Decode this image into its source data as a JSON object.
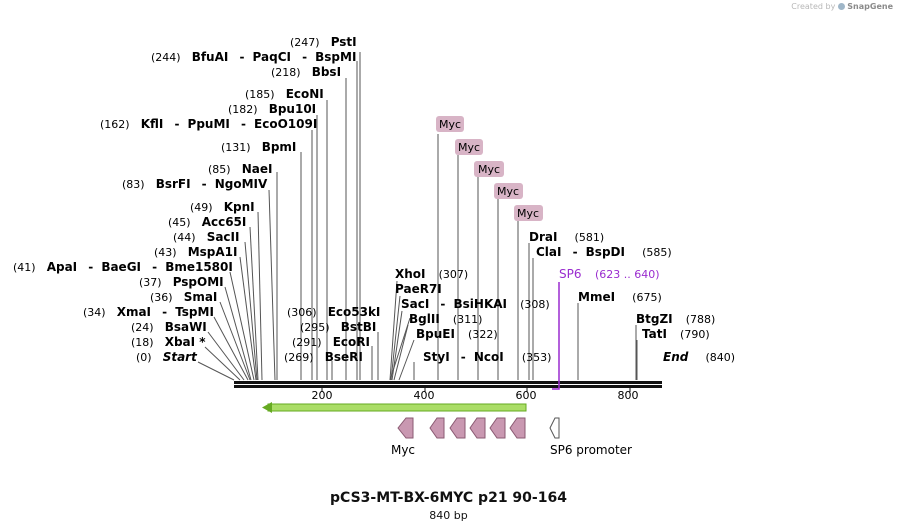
{
  "credit": {
    "text": "Created by",
    "brand": "SnapGene"
  },
  "title": "pCS3-MT-BX-6MYC p21 90-164",
  "subtitle": "840 bp",
  "sites": [
    {
      "pos": "(247)",
      "names": [
        "PstI"
      ]
    },
    {
      "pos": "(244)",
      "names": [
        "BfuAI",
        "PaqCI",
        "BspMI"
      ]
    },
    {
      "pos": "(218)",
      "names": [
        "BbsI"
      ]
    },
    {
      "pos": "(185)",
      "names": [
        "EcoNI"
      ]
    },
    {
      "pos": "(182)",
      "names": [
        "Bpu10I"
      ]
    },
    {
      "pos": "(162)",
      "names": [
        "KflI",
        "PpuMI",
        "EcoO109I"
      ]
    },
    {
      "pos": "(131)",
      "names": [
        "BpmI"
      ]
    },
    {
      "pos": "(85)",
      "names": [
        "NaeI"
      ]
    },
    {
      "pos": "(83)",
      "names": [
        "BsrFI",
        "NgoMIV"
      ]
    },
    {
      "pos": "(49)",
      "names": [
        "KpnI"
      ]
    },
    {
      "pos": "(45)",
      "names": [
        "Acc65I"
      ]
    },
    {
      "pos": "(44)",
      "names": [
        "SacII"
      ]
    },
    {
      "pos": "(43)",
      "names": [
        "MspA1I"
      ]
    },
    {
      "pos": "(41)",
      "names": [
        "ApaI",
        "BaeGI",
        "Bme1580I"
      ]
    },
    {
      "pos": "(37)",
      "names": [
        "PspOMI"
      ]
    },
    {
      "pos": "(36)",
      "names": [
        "SmaI"
      ]
    },
    {
      "pos": "(34)",
      "names": [
        "XmaI",
        "TspMI"
      ]
    },
    {
      "pos": "(24)",
      "names": [
        "BsaWI"
      ]
    },
    {
      "pos": "(18)",
      "names": [
        "XbaI *"
      ]
    },
    {
      "pos": "(0)",
      "names": [
        "Start"
      ]
    },
    {
      "pos": "(306)",
      "names": [
        "Eco53kI"
      ]
    },
    {
      "pos": "(295)",
      "names": [
        "BstBI"
      ]
    },
    {
      "pos": "(291)",
      "names": [
        "EcoRI"
      ]
    },
    {
      "pos": "(269)",
      "names": [
        "BseRI"
      ]
    },
    {
      "pos": "(307)",
      "names": [
        "XhoI"
      ]
    },
    {
      "pos": "",
      "names": [
        "PaeR7I"
      ]
    },
    {
      "pos": "(308)",
      "names": [
        "SacI",
        "BsiHKAI"
      ]
    },
    {
      "pos": "(311)",
      "names": [
        "BglII"
      ]
    },
    {
      "pos": "(322)",
      "names": [
        "BpuEI"
      ]
    },
    {
      "pos": "(353)",
      "names": [
        "StyI",
        "NcoI"
      ]
    },
    {
      "pos": "(581)",
      "names": [
        "DraI"
      ]
    },
    {
      "pos": "(585)",
      "names": [
        "ClaI",
        "BspDI"
      ]
    },
    {
      "pos": "(675)",
      "names": [
        "MmeI"
      ]
    },
    {
      "pos": "(788)",
      "names": [
        "BtgZI"
      ]
    },
    {
      "pos": "(790)",
      "names": [
        "TatI"
      ]
    },
    {
      "pos": "(840)",
      "names": [
        "End"
      ]
    }
  ],
  "primer": {
    "name": "SP6",
    "range": "(623 .. 640)"
  },
  "tags": [
    "Myc",
    "Myc",
    "Myc",
    "Myc",
    "Myc"
  ],
  "ticks": [
    "200",
    "400",
    "600",
    "800"
  ],
  "features": {
    "myc": "Myc",
    "sp6": "SP6 promoter"
  },
  "colors": {
    "tag_fill": "#d8b4c6",
    "arrow_fill": "#c998b1",
    "primer": "#9a2ccf",
    "orf": "#aadd66",
    "orf_border": "#66aa22"
  }
}
